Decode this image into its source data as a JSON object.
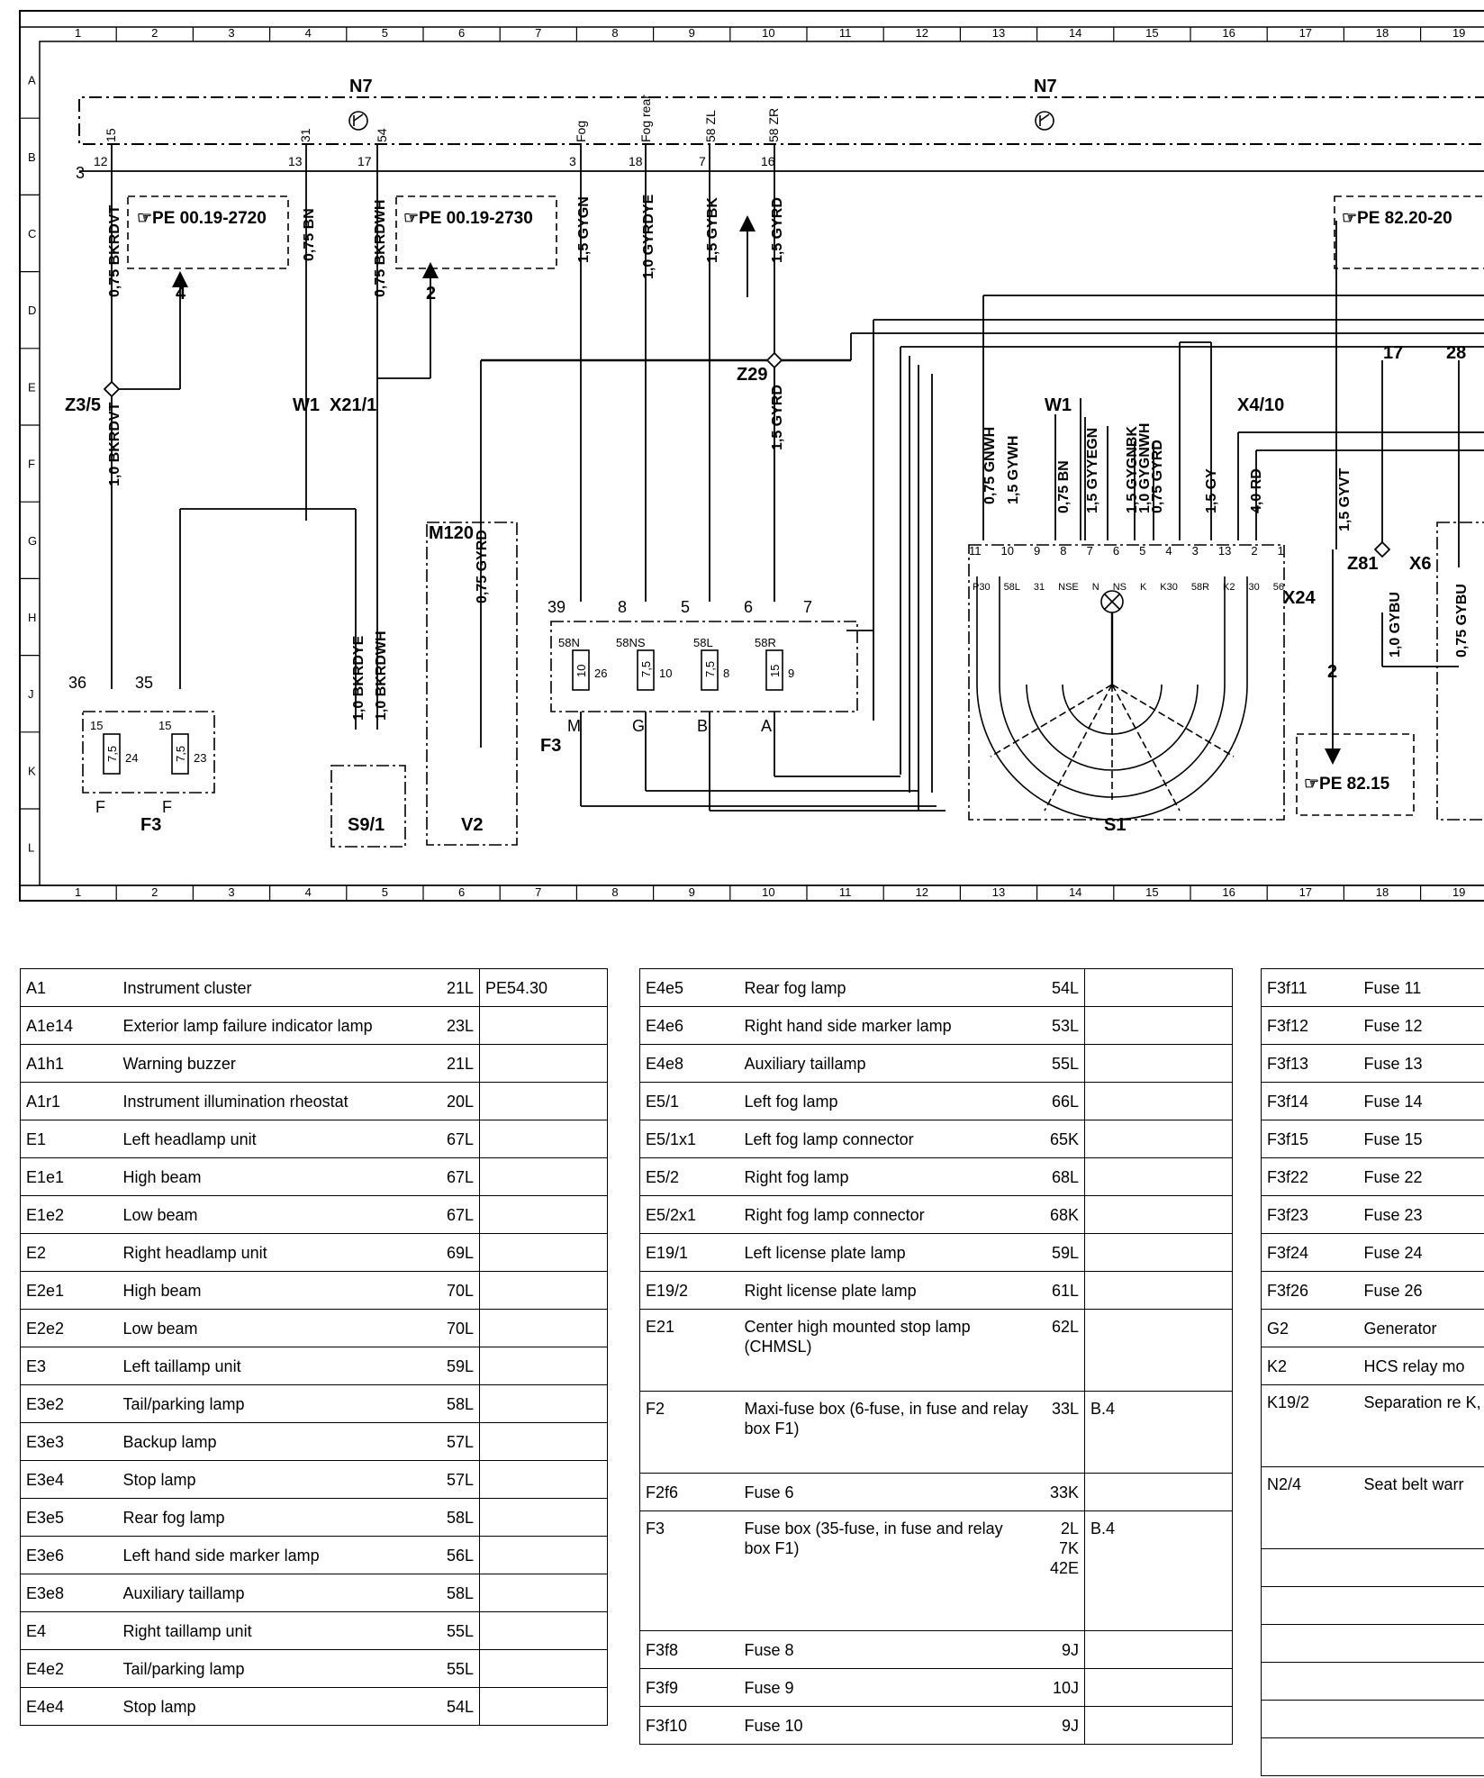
{
  "diagram": {
    "grid_cols": [
      "1",
      "2",
      "3",
      "4",
      "5",
      "6",
      "7",
      "8",
      "9",
      "10",
      "11",
      "12",
      "13",
      "14",
      "15",
      "16",
      "17",
      "18",
      "19"
    ],
    "grid_rows": [
      "A",
      "B",
      "C",
      "D",
      "E",
      "F",
      "G",
      "H",
      "J",
      "K",
      "L"
    ],
    "components": {
      "n7_left": "N7",
      "n7_right": "N7",
      "z3_5": "Z3/5",
      "w1_left": "W1",
      "x21_1": "X21/1",
      "z29": "Z29",
      "w1_right": "W1",
      "x4_10": "X4/10",
      "m120": "M120",
      "f3_left": "F3",
      "f3_mid": "F3",
      "s9_1": "S9/1",
      "v2": "V2",
      "s1": "S1",
      "x24": "X24",
      "z81": "Z81",
      "x6": "X6"
    },
    "pe_refs": {
      "pe1": "☞PE 00.19-2720",
      "pe2": "☞PE 00.19-2730",
      "pe3": "☞PE 82.20-20",
      "pe4": "☞PE 82.15"
    },
    "arrow_numbers": {
      "a4": "4",
      "a2": "2",
      "a17": "17",
      "a28": "28",
      "a2b": "2"
    },
    "pins": {
      "p15": "15",
      "p31": "31",
      "p54": "54",
      "pfog": "Fog",
      "pfogrear": "Fog rear",
      "p58zl": "58 ZL",
      "p58zr": "58 ZR",
      "n12": "12",
      "n13": "13",
      "n17": "17",
      "n3": "3",
      "n18": "18",
      "n7": "7",
      "n16": "16",
      "n3b": "3"
    },
    "wires": {
      "w1": "0,75 BKRDVT",
      "w2": "0,75 BN",
      "w3": "0,75 BKRDWH",
      "w4": "1,5 GYGN",
      "w5": "1,0 GYRDYE",
      "w6": "1,5 GYBK",
      "w7": "1,5 GYRD",
      "w8": "1,0 BKRDVT",
      "w9": "1,5 GYRD",
      "w10": "0,75 GYRD",
      "w11": "1,0 BKRDYE",
      "w12": "1,0 BKRDWH",
      "w13": "0,75 GNWH",
      "w14": "1,5 GYWH",
      "w15": "0,75 BN",
      "w16": "1,5 GYYEGN",
      "w17": "1,5 GYGNBK",
      "w18": "1,0 GYGNWH",
      "w19": "0,75 GYRD",
      "w20": "1,5 GY",
      "w21": "4,0 RD",
      "w22": "1,5 GYVT",
      "w23": "1,0 GYBU",
      "w24": "0,75 GYBU"
    },
    "fuses": {
      "f24": "7,5",
      "f23": "7,5",
      "f26": "10",
      "f10": "7,5",
      "f8": "7,5",
      "f9": "15",
      "n24": "24",
      "n23": "23",
      "n26": "26",
      "n10": "10",
      "n8": "8",
      "n9": "9",
      "t39": "39",
      "t8": "8",
      "t5": "5",
      "t6": "6",
      "t7": "7",
      "t36": "36",
      "t35": "35",
      "l58n": "58N",
      "l58ns": "58NS",
      "l58l": "58L",
      "l58r": "58R",
      "lm": "M",
      "lg": "G",
      "lb": "B",
      "la": "A",
      "lf1": "F",
      "lf2": "F",
      "l15a": "15",
      "l15b": "15"
    },
    "s1_pins": {
      "top": [
        "11",
        "10",
        "9",
        "8",
        "7",
        "6",
        "5",
        "4",
        "3",
        "13",
        "2",
        "1"
      ],
      "bottom": [
        "P30",
        "58L",
        "31",
        "NSE",
        "N",
        "NS",
        "K",
        "K30",
        "58R",
        "K2",
        "30",
        "56"
      ]
    }
  },
  "table1": [
    {
      "code": "A1",
      "desc": "Instrument cluster",
      "ref": "21L",
      "note": "PE54.30"
    },
    {
      "code": "A1e14",
      "desc": "Exterior lamp failure indicator lamp",
      "ref": "23L",
      "note": ""
    },
    {
      "code": "A1h1",
      "desc": "Warning buzzer",
      "ref": "21L",
      "note": ""
    },
    {
      "code": "A1r1",
      "desc": "Instrument illumination rheostat",
      "ref": "20L",
      "note": ""
    },
    {
      "code": "E1",
      "desc": "Left headlamp unit",
      "ref": "67L",
      "note": ""
    },
    {
      "code": "E1e1",
      "desc": "High beam",
      "ref": "67L",
      "note": ""
    },
    {
      "code": "E1e2",
      "desc": "Low beam",
      "ref": "67L",
      "note": ""
    },
    {
      "code": "E2",
      "desc": "Right headlamp unit",
      "ref": "69L",
      "note": ""
    },
    {
      "code": "E2e1",
      "desc": "High beam",
      "ref": "70L",
      "note": ""
    },
    {
      "code": "E2e2",
      "desc": "Low beam",
      "ref": "70L",
      "note": ""
    },
    {
      "code": "E3",
      "desc": "Left taillamp unit",
      "ref": "59L",
      "note": ""
    },
    {
      "code": "E3e2",
      "desc": "Tail/parking lamp",
      "ref": "58L",
      "note": ""
    },
    {
      "code": "E3e3",
      "desc": "Backup lamp",
      "ref": "57L",
      "note": ""
    },
    {
      "code": "E3e4",
      "desc": "Stop lamp",
      "ref": "57L",
      "note": ""
    },
    {
      "code": "E3e5",
      "desc": "Rear fog lamp",
      "ref": "58L",
      "note": ""
    },
    {
      "code": "E3e6",
      "desc": "Left hand side marker lamp",
      "ref": "56L",
      "note": ""
    },
    {
      "code": "E3e8",
      "desc": "Auxiliary taillamp",
      "ref": "58L",
      "note": ""
    },
    {
      "code": "E4",
      "desc": "Right taillamp unit",
      "ref": "55L",
      "note": ""
    },
    {
      "code": "E4e2",
      "desc": "Tail/parking lamp",
      "ref": "55L",
      "note": ""
    },
    {
      "code": "E4e4",
      "desc": "Stop lamp",
      "ref": "54L",
      "note": ""
    }
  ],
  "table2": [
    {
      "code": "E4e5",
      "desc": "Rear fog lamp",
      "ref": "54L",
      "note": ""
    },
    {
      "code": "E4e6",
      "desc": "Right hand side marker lamp",
      "ref": "53L",
      "note": ""
    },
    {
      "code": "E4e8",
      "desc": "Auxiliary taillamp",
      "ref": "55L",
      "note": ""
    },
    {
      "code": "E5/1",
      "desc": "Left fog lamp",
      "ref": "66L",
      "note": ""
    },
    {
      "code": "E5/1x1",
      "desc": "Left fog lamp connector",
      "ref": "65K",
      "note": ""
    },
    {
      "code": "E5/2",
      "desc": "Right fog lamp",
      "ref": "68L",
      "note": ""
    },
    {
      "code": "E5/2x1",
      "desc": "Right fog lamp connector",
      "ref": "68K",
      "note": ""
    },
    {
      "code": "E19/1",
      "desc": "Left license plate lamp",
      "ref": "59L",
      "note": ""
    },
    {
      "code": "E19/2",
      "desc": "Right license plate lamp",
      "ref": "61L",
      "note": ""
    },
    {
      "code": "E21",
      "desc": "Center high mounted stop lamp (CHMSL)",
      "ref": "62L",
      "note": "",
      "size": "tall"
    },
    {
      "code": "F2",
      "desc": "Maxi-fuse box (6-fuse, in fuse and relay box F1)",
      "ref": "33L",
      "note": "B.4",
      "size": "tall"
    },
    {
      "code": "F2f6",
      "desc": "Fuse 6",
      "ref": "33K",
      "note": ""
    },
    {
      "code": "F3",
      "desc": "Fuse box (35-fuse, in fuse and relay box F1)",
      "ref": "2L\n7K\n42E",
      "note": "B.4",
      "size": "xtall"
    },
    {
      "code": "F3f8",
      "desc": "Fuse 8",
      "ref": "9J",
      "note": ""
    },
    {
      "code": "F3f9",
      "desc": "Fuse 9",
      "ref": "10J",
      "note": ""
    },
    {
      "code": "F3f10",
      "desc": "Fuse 10",
      "ref": "9J",
      "note": ""
    }
  ],
  "table3": [
    {
      "code": "F3f11",
      "desc": "Fuse 11"
    },
    {
      "code": "F3f12",
      "desc": "Fuse 12"
    },
    {
      "code": "F3f13",
      "desc": "Fuse 13"
    },
    {
      "code": "F3f14",
      "desc": "Fuse 14"
    },
    {
      "code": "F3f15",
      "desc": "Fuse 15"
    },
    {
      "code": "F3f22",
      "desc": "Fuse 22"
    },
    {
      "code": "F3f23",
      "desc": "Fuse 23"
    },
    {
      "code": "F3f24",
      "desc": "Fuse 24"
    },
    {
      "code": "F3f26",
      "desc": "Fuse 26"
    },
    {
      "code": "G2",
      "desc": "Generator"
    },
    {
      "code": "K2",
      "desc": "HCS relay mo"
    },
    {
      "code": "K19/2",
      "desc": "Separation re K, daytime ru",
      "size": "tall"
    },
    {
      "code": "N2/4",
      "desc": "Seat belt warr",
      "size": "tall"
    },
    {
      "code": "",
      "desc": ""
    },
    {
      "code": "",
      "desc": ""
    },
    {
      "code": "",
      "desc": ""
    },
    {
      "code": "",
      "desc": ""
    },
    {
      "code": "",
      "desc": ""
    },
    {
      "code": "",
      "desc": ""
    }
  ]
}
